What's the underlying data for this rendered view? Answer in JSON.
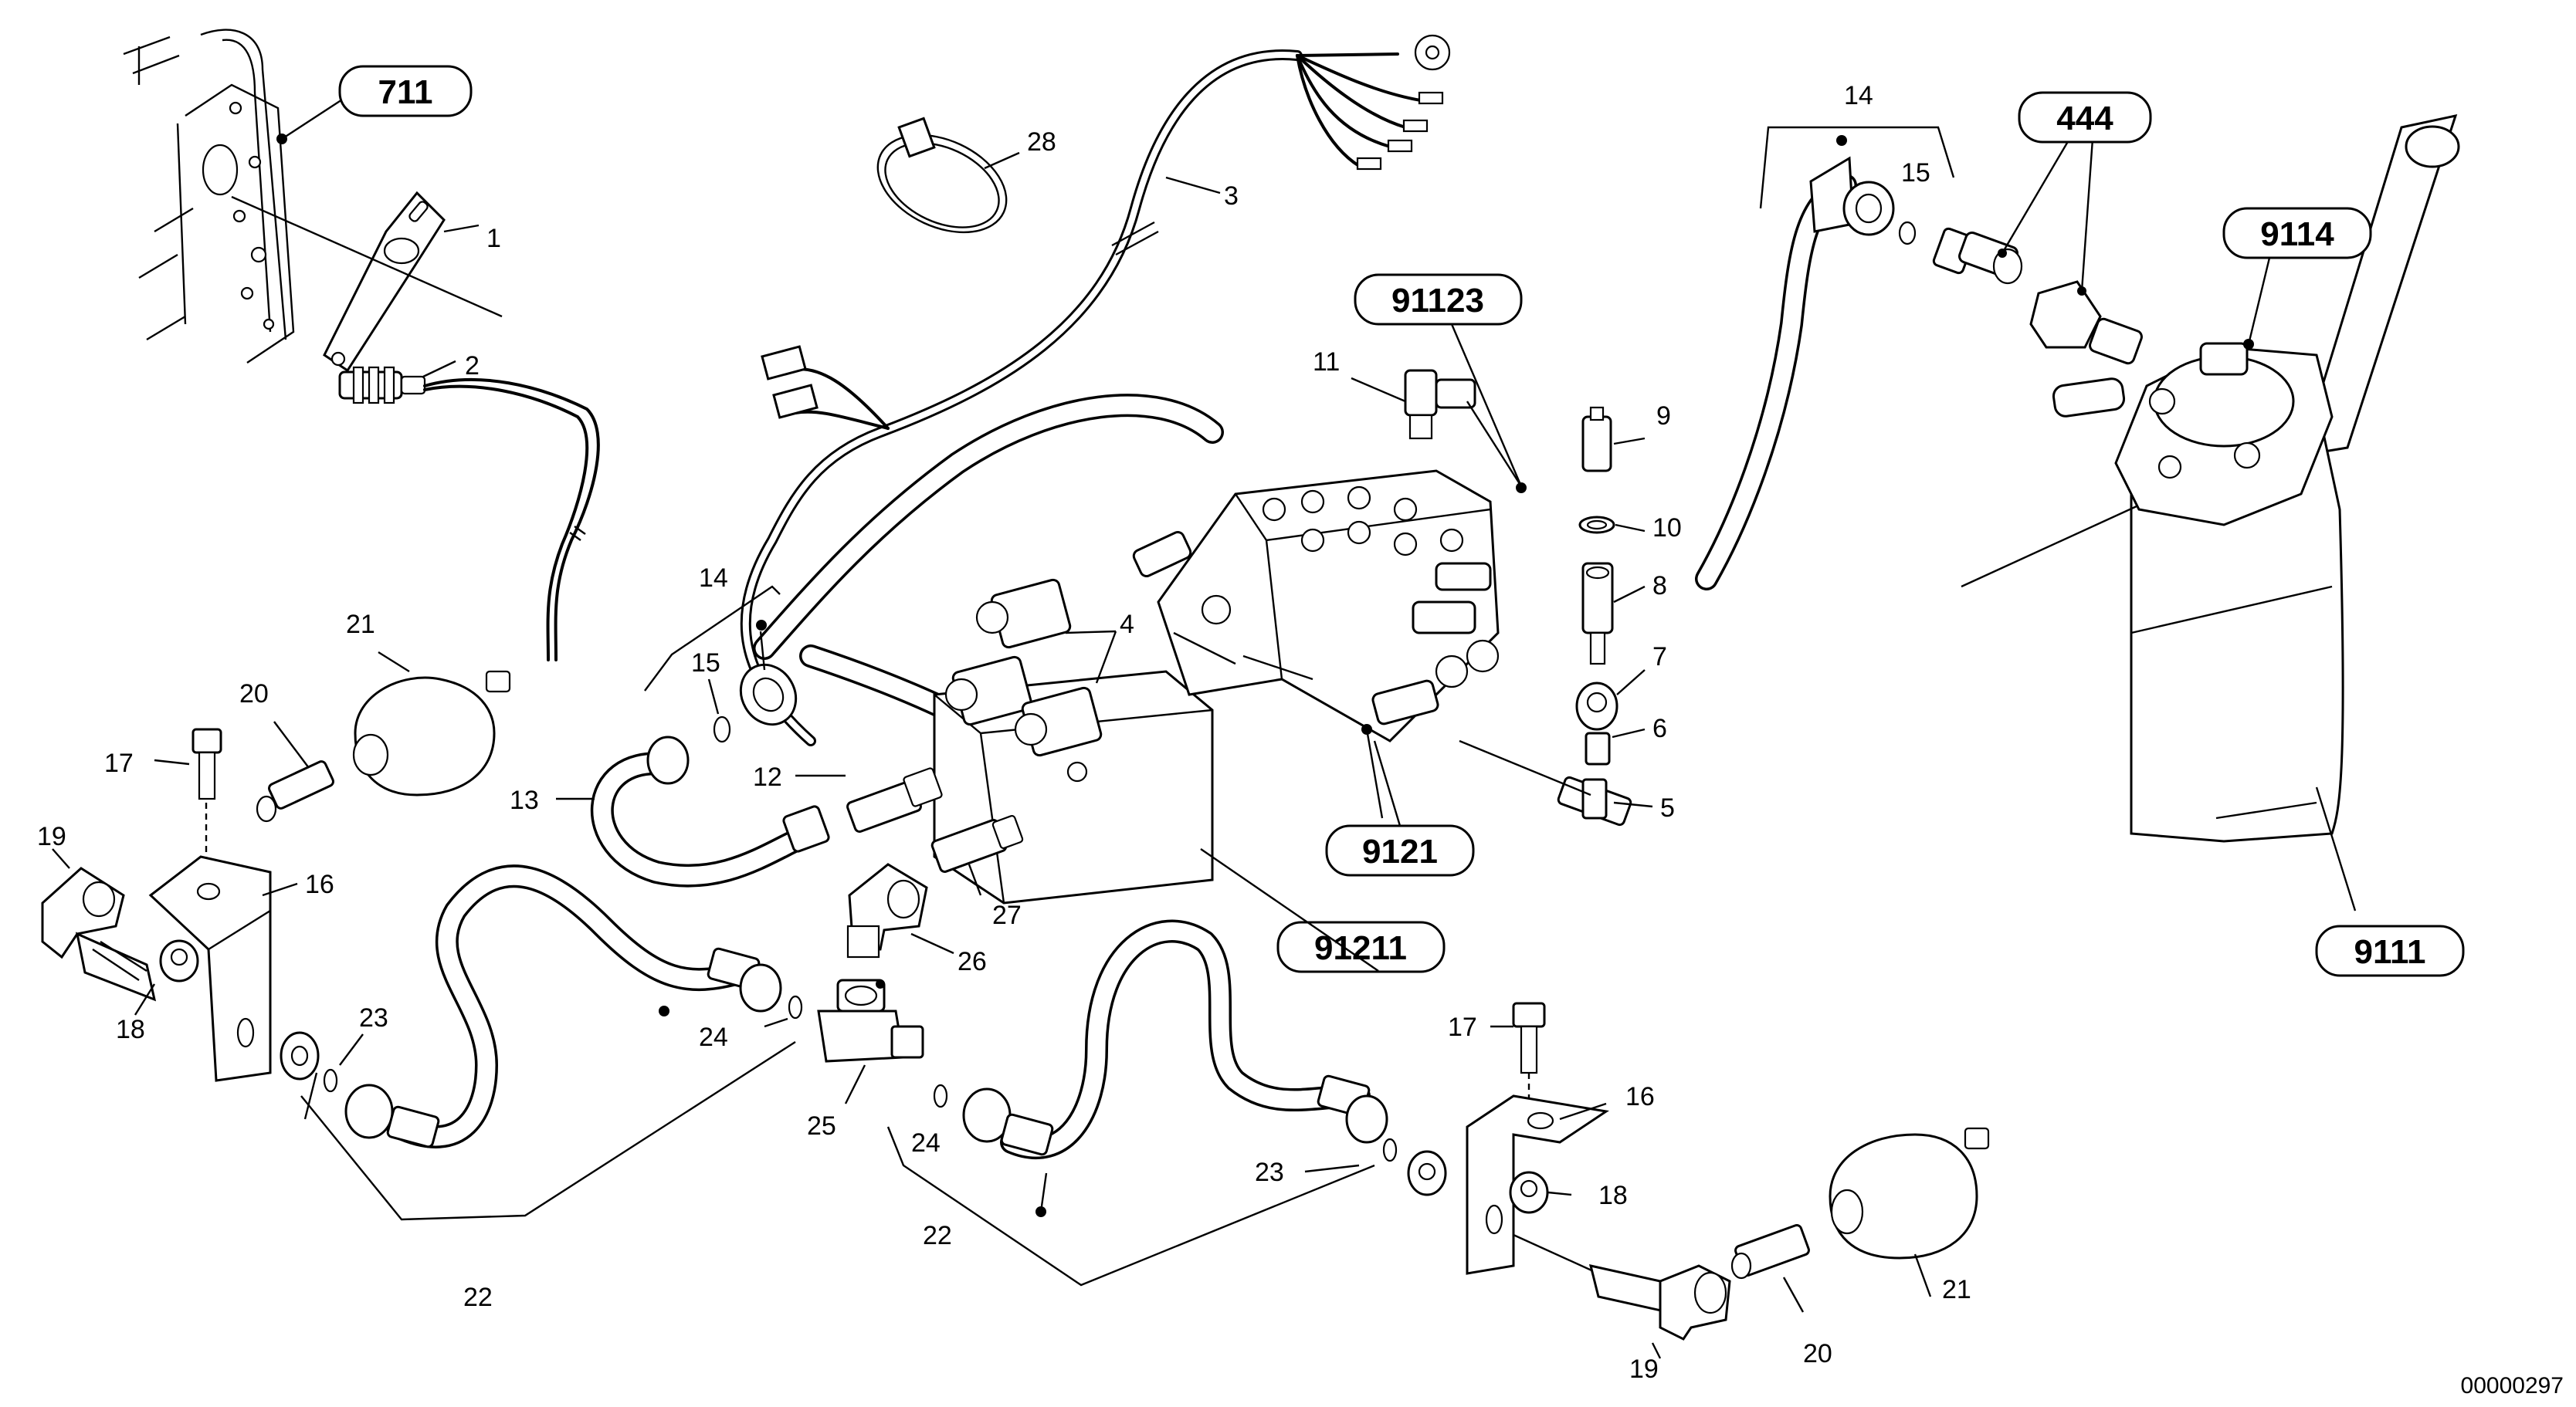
{
  "document_id": "00000297",
  "group_labels": [
    "711",
    "91123",
    "444",
    "9114",
    "9121",
    "91211",
    "9111"
  ],
  "part_numbers": [
    "1",
    "2",
    "3",
    "28",
    "14",
    "15",
    "11",
    "9",
    "10",
    "8",
    "7",
    "6",
    "5",
    "4",
    "21",
    "20",
    "17",
    "19",
    "16",
    "18",
    "23",
    "22",
    "24",
    "25",
    "12",
    "13",
    "27",
    "26",
    "14",
    "15",
    "17",
    "16",
    "18",
    "23",
    "22",
    "24",
    "21",
    "20",
    "19"
  ]
}
